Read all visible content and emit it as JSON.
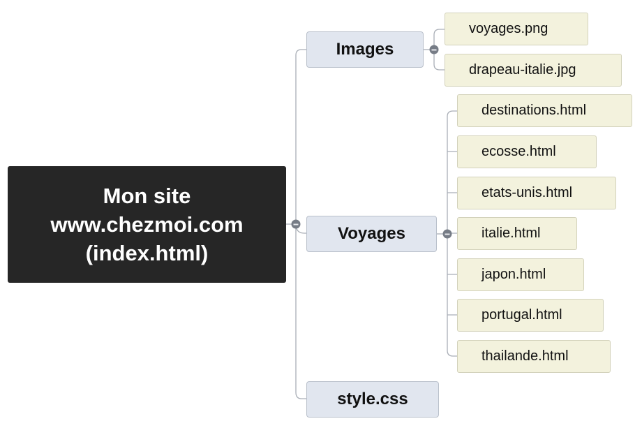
{
  "root": {
    "lines": [
      "Mon site",
      "www.chezmoi.com",
      "(index.html)"
    ]
  },
  "branches": {
    "images": {
      "label": "Images",
      "children": [
        "voyages.png",
        "drapeau-italie.jpg"
      ]
    },
    "voyages": {
      "label": "Voyages",
      "children": [
        "destinations.html",
        "ecosse.html",
        "etats-unis.html",
        "italie.html",
        "japon.html",
        "portugal.html",
        "thailande.html"
      ]
    },
    "style": {
      "label": "style.css"
    }
  },
  "colors": {
    "root": "#262626",
    "branch": "#e1e6ef",
    "leaf": "#f3f2dd",
    "line": "#a9aeb6"
  }
}
